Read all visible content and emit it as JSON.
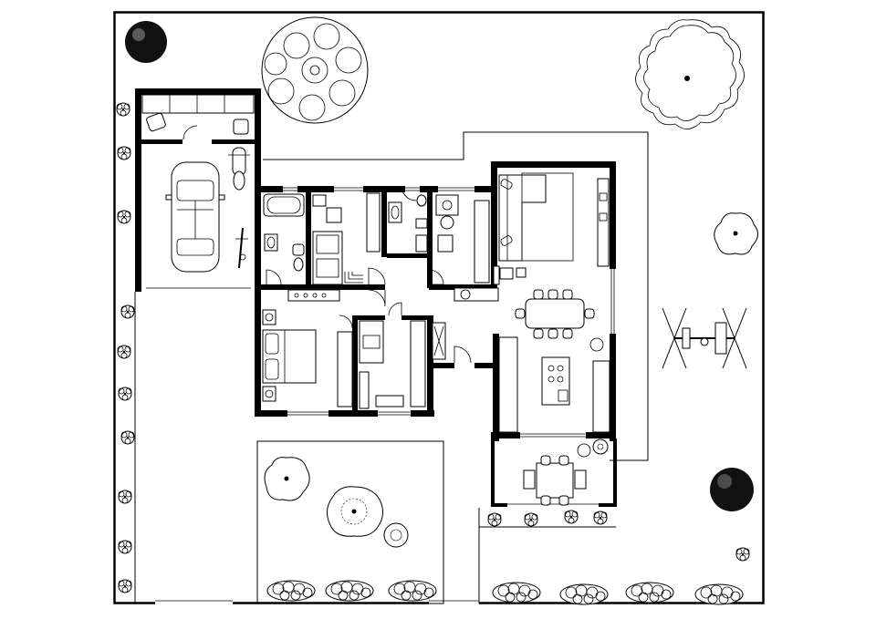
{
  "drawing": {
    "type": "architectural-floor-plan",
    "colors": {
      "line": "#000000",
      "background": "#ffffff"
    },
    "rooms": [
      "garage",
      "bathroom",
      "laundry",
      "bathroom-2",
      "bedroom-1",
      "bedroom-2",
      "living-dining",
      "kitchen",
      "terrace"
    ],
    "symbols": [
      "car-icon",
      "motorcycle-icon",
      "bicycle-icon",
      "bathtub-icon",
      "double-bed-icon",
      "sofa-icon",
      "dining-table-icon",
      "kitchen-island-icon",
      "patio-table-icon",
      "swing-set-icon",
      "tree-icon",
      "shrub-icon"
    ]
  }
}
